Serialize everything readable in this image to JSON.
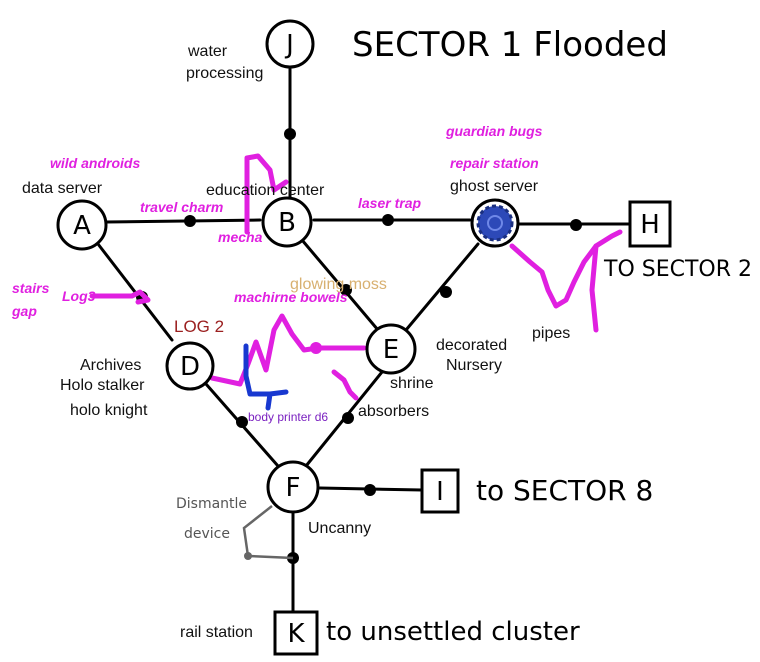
{
  "title": "SECTOR 1 Flooded",
  "colors": {
    "annotation": "#e020e0",
    "route_blue": "#1838d0",
    "log2": "#9b2020",
    "moss": "#d8b070",
    "ghost_server": "#2d49b8"
  },
  "nodes": {
    "J": "J",
    "A": "A",
    "B": "B",
    "H": "H",
    "D": "D",
    "E": "E",
    "F": "F",
    "I": "I",
    "K": "K"
  },
  "labels": {
    "water": "water",
    "processing": "processing",
    "data_server": "data server",
    "education_center": "education center",
    "ghost_server": "ghost server",
    "archives": "Archives",
    "holo_stalker": "Holo stalker",
    "holo_knight": "holo knight",
    "decorated": "decorated",
    "nursery": "Nursery",
    "shrine": "shrine",
    "absorbers": "absorbers",
    "pipes": "pipes",
    "uncanny": "Uncanny",
    "dismantle": "Dismantle",
    "device": "device",
    "rail_station": "rail station"
  },
  "annotations": {
    "wild_androids": "wild androids",
    "travel_charm": "travel charm",
    "mecha": "mecha",
    "laser_trap": "laser trap",
    "guardian_bugs": "guardian bugs",
    "repair_station": "repair station",
    "stairs": "stairs",
    "gap": "gap",
    "log3": "Log3",
    "machirne_bowels": "machirne bowels",
    "glowing_moss": "glowing moss",
    "log2": "LOG 2",
    "body_printer": "body printer d6"
  },
  "exits": {
    "to_sector_2": "TO SECTOR 2",
    "to_sector_8": "to SECTOR 8",
    "to_unsettled": "to unsettled cluster"
  }
}
